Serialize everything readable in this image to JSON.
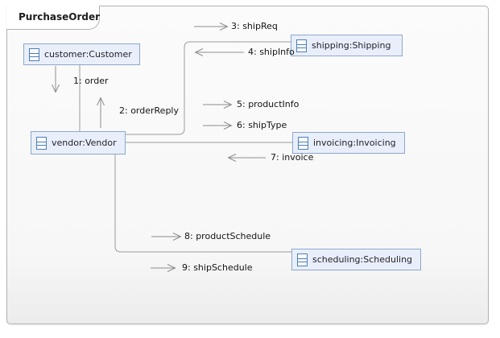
{
  "window": {
    "title": "PurchaseOrder",
    "title_icon": "communication-diagram-icon"
  },
  "colors": {
    "object_fill": "#e9effa",
    "object_border": "#8ba7cf",
    "icon_blue": "#4a7ebb",
    "link_gray": "#9b9b9b",
    "arrow_gray": "#8d8d8d",
    "frame_border": "#b3b3b3",
    "canvas_bg": "#f8f8f8"
  },
  "objects": [
    {
      "label": "customer:Customer",
      "icon": "object-icon"
    },
    {
      "label": "vendor:Vendor",
      "icon": "object-icon"
    },
    {
      "label": "shipping:Shipping",
      "icon": "object-icon"
    },
    {
      "label": "invoicing:Invoicing",
      "icon": "object-icon"
    },
    {
      "label": "scheduling:Scheduling",
      "icon": "object-icon"
    }
  ],
  "messages": [
    {
      "label": "1: order",
      "direction": "down",
      "from": "customer",
      "to": "vendor"
    },
    {
      "label": "2: orderReply",
      "direction": "up",
      "from": "vendor",
      "to": "customer"
    },
    {
      "label": "3: shipReq",
      "direction": "right",
      "from": "vendor",
      "to": "shipping"
    },
    {
      "label": "4: shipInfo",
      "direction": "left",
      "from": "shipping",
      "to": "vendor"
    },
    {
      "label": "5: productInfo",
      "direction": "right",
      "from": "vendor",
      "to": "invoicing"
    },
    {
      "label": "6: shipType",
      "direction": "right",
      "from": "vendor",
      "to": "invoicing"
    },
    {
      "label": "7: invoice",
      "direction": "left",
      "from": "invoicing",
      "to": "vendor"
    },
    {
      "label": "8: productSchedule",
      "direction": "right",
      "from": "vendor",
      "to": "scheduling"
    },
    {
      "label": "9: shipSchedule",
      "direction": "right",
      "from": "vendor",
      "to": "scheduling"
    }
  ]
}
